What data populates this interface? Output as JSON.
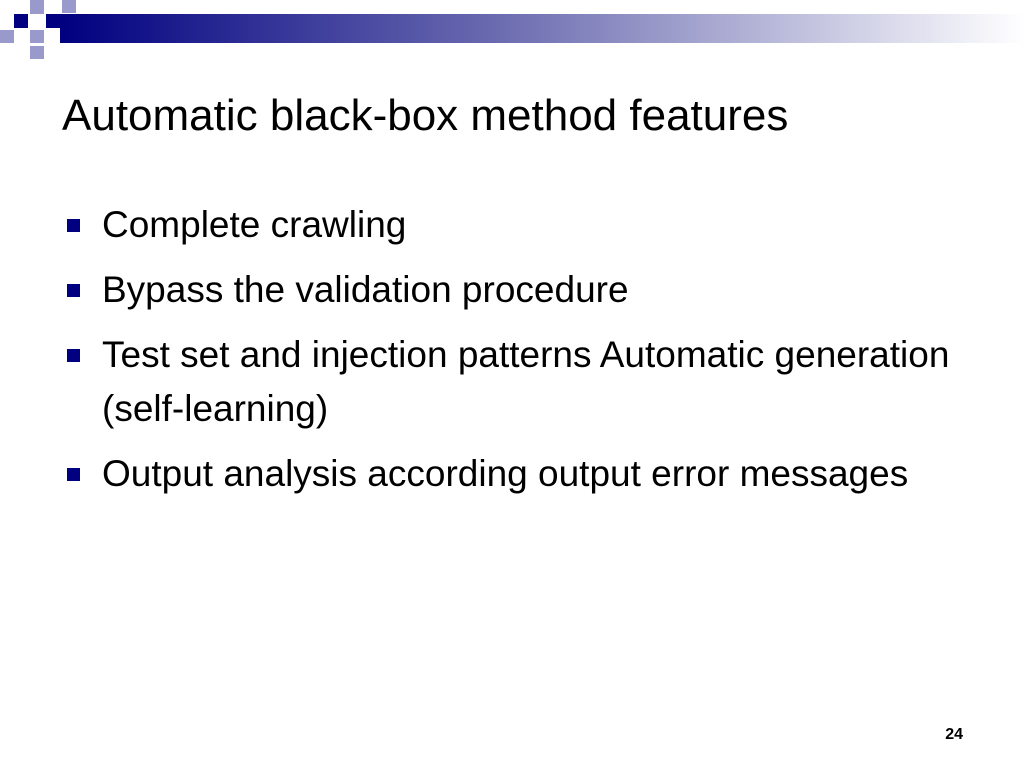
{
  "slide": {
    "title": "Automatic black-box method features",
    "bullets": [
      "Complete crawling",
      "Bypass the validation procedure",
      "Test set and injection patterns Automatic generation (self-learning)",
      "Output analysis according output error messages"
    ],
    "page_number": "24"
  },
  "colors": {
    "accent": "#000080",
    "accent_light": "#9999cc",
    "text": "#000000",
    "background": "#ffffff"
  },
  "icons": {
    "bullet": "square-bullet-icon",
    "header": "checkered-squares-decoration"
  }
}
